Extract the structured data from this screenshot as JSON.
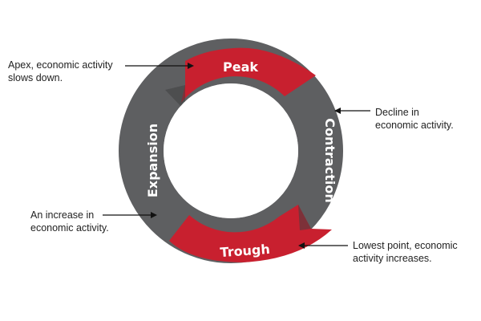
{
  "colors": {
    "red": "#c8202f",
    "gray": "#5e5f61",
    "text": "#222222",
    "arrow": "#111111"
  },
  "phases": {
    "peak": "Peak",
    "contraction": "Contraction",
    "trough": "Trough",
    "expansion": "Expansion"
  },
  "annotations": {
    "peak": [
      "Apex, economic activity",
      "slows down."
    ],
    "contraction": [
      "Decline in",
      "economic activity."
    ],
    "trough": [
      "Lowest point, economic",
      "activity increases."
    ],
    "expansion": [
      "An increase in",
      "economic activity."
    ]
  }
}
